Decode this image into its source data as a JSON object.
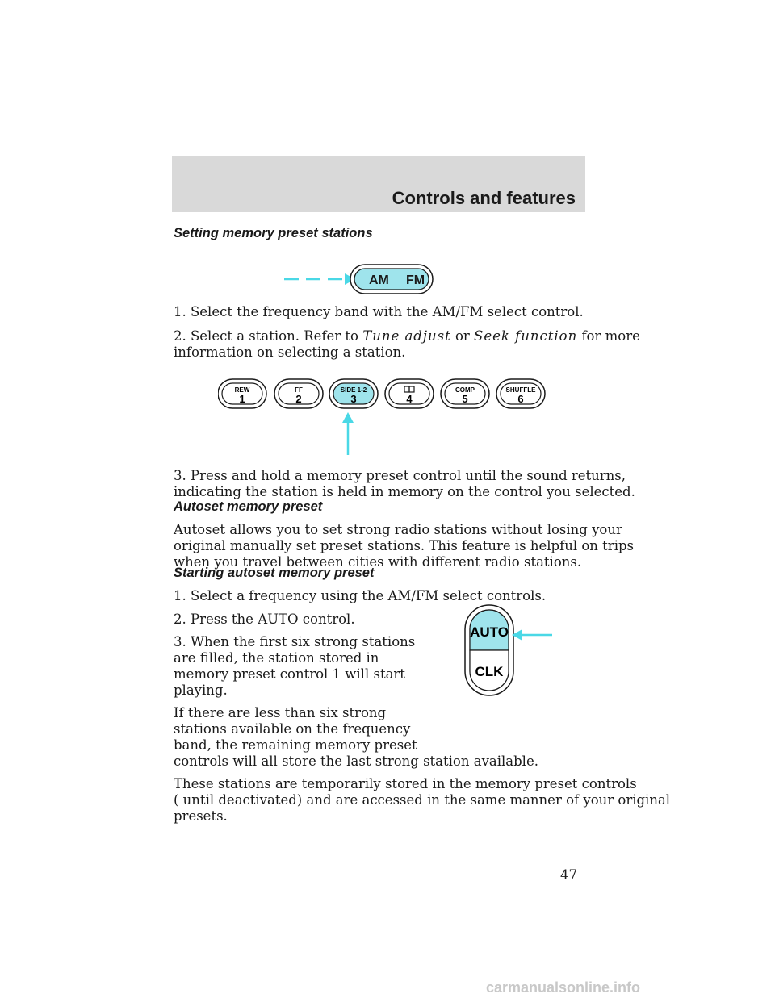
{
  "header": {
    "title": "Controls and features"
  },
  "sections": {
    "memory_preset": {
      "heading": "Setting memory preset stations",
      "step1": "1. Select the frequency band with the AM/FM select control.",
      "step2_line1_a": "2. Select a station. Refer to",
      "step2_tune": "Tune adjust",
      "step2_or": "or",
      "step2_seek": "Seek function",
      "step2_line1_b": "for more",
      "step2_line2": "information on selecting a station.",
      "step3_line1": "3. Press and hold a memory preset control until the sound returns,",
      "step3_line2": "indicating the station is held in memory on the control you selected."
    },
    "autoset": {
      "heading": "Autoset memory preset",
      "body_line1": "Autoset allows you to set strong radio stations without losing your",
      "body_line2": "original manually set preset stations. This feature is helpful on trips",
      "body_line3": "when you travel between cities with different radio stations."
    },
    "starting_autoset": {
      "heading": "Starting autoset memory preset",
      "step1": "1. Select a frequency using the AM/FM select controls.",
      "step2": "2. Press the AUTO control.",
      "step3_lines": [
        "3. When the first six strong stations",
        "are filled, the station stored in",
        "memory preset control 1 will start",
        "playing."
      ],
      "para_lines": [
        "If there are less than six strong",
        "stations available on the frequency",
        "band, the remaining memory preset"
      ],
      "para_last": "controls will all store the last strong station available.",
      "final_line1": "These stations are temporarily stored in the memory preset controls",
      "final_line2": "( until deactivated) and are accessed in the same manner of your original",
      "final_line3": "presets."
    }
  },
  "figures": {
    "am_fm": {
      "left": "AM",
      "right": "FM"
    },
    "presets": [
      {
        "top": "REW",
        "number": "1"
      },
      {
        "top": "FF",
        "number": "2"
      },
      {
        "top": "SIDE 1-2",
        "number": "3"
      },
      {
        "top": "",
        "number": "4"
      },
      {
        "top": "COMP",
        "number": "5"
      },
      {
        "top": "SHUFFLE",
        "number": "6"
      }
    ],
    "auto_clk": {
      "top": "AUTO",
      "bottom": "CLK"
    },
    "colors": {
      "highlight": "#9fe4ec",
      "arrow": "#4ad8e6"
    }
  },
  "footer": {
    "page_number": "47",
    "watermark": "carmanualsonline.info"
  }
}
